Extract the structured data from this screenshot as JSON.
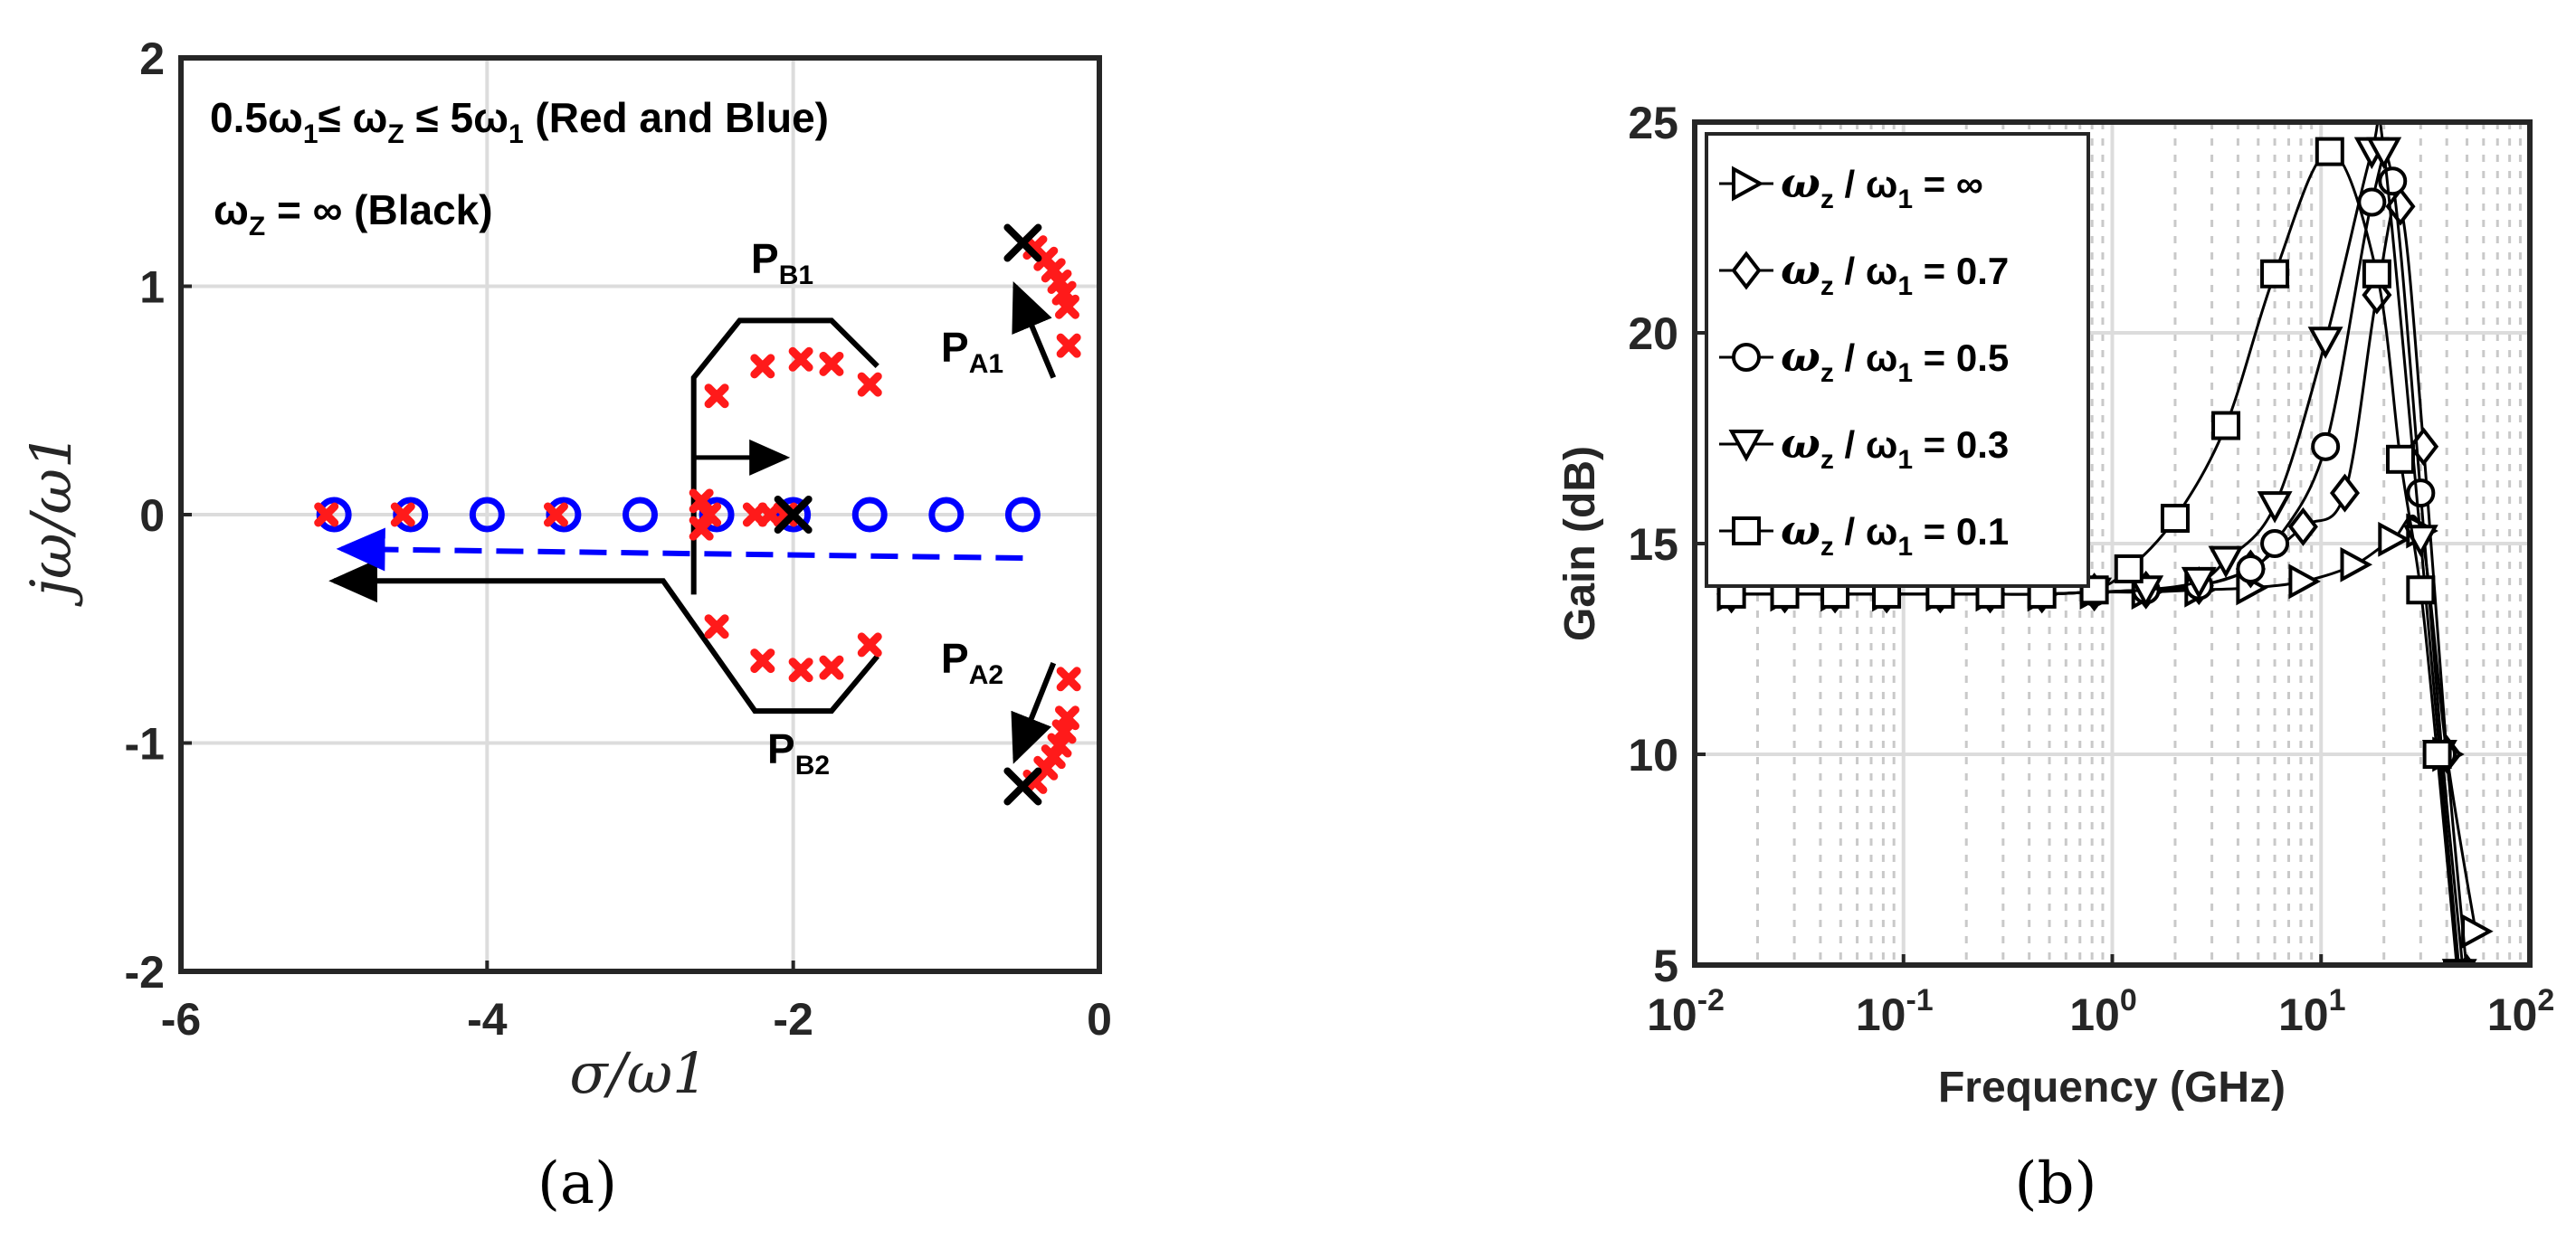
{
  "chart_data": [
    {
      "panel": "a",
      "type": "scatter",
      "xlabel": "σ/ω1",
      "ylabel": "jω/ω1",
      "xlim": [
        -6,
        0
      ],
      "ylim": [
        -2,
        2
      ],
      "xticks": [
        "-6",
        "-4",
        "-2",
        "0"
      ],
      "yticks": [
        "2",
        "1",
        "0",
        "-1",
        "-2"
      ],
      "grid": true,
      "annotations": {
        "line1_a": "0.5ω",
        "line1_sub1": "1",
        "line1_b": "≤ ω",
        "line1_sub2": "Z",
        "line1_c": " ≤ 5ω",
        "line1_sub3": "1",
        "line1_d": " (Red and Blue)",
        "line2_a": "ω",
        "line2_sub": "Z",
        "line2_b": " = ∞ (Black)",
        "pb1": "P",
        "pb1_sub": "B1",
        "pb2": "P",
        "pb2_sub": "B2",
        "pa1": "P",
        "pa1_sub": "A1",
        "pa2": "P",
        "pa2_sub": "A2"
      },
      "series": [
        {
          "color": "#ff1a1a",
          "marker": "x",
          "points": [
            [
              -5.05,
              0
            ],
            [
              -4.55,
              0
            ],
            [
              -3.55,
              0
            ],
            [
              -2.6,
              0.06
            ],
            [
              -2.55,
              0
            ],
            [
              -2.6,
              -0.06
            ],
            [
              -2.25,
              0
            ],
            [
              -2.15,
              0
            ],
            [
              -2.05,
              0
            ],
            [
              -2.5,
              0.52
            ],
            [
              -2.2,
              0.65
            ],
            [
              -1.95,
              0.68
            ],
            [
              -1.75,
              0.66
            ],
            [
              -1.5,
              0.57
            ],
            [
              -2.5,
              -0.49
            ],
            [
              -2.2,
              -0.64
            ],
            [
              -1.95,
              -0.68
            ],
            [
              -1.75,
              -0.67
            ],
            [
              -1.5,
              -0.57
            ],
            [
              -0.42,
              1.17
            ],
            [
              -0.35,
              1.12
            ],
            [
              -0.3,
              1.07
            ],
            [
              -0.26,
              1.02
            ],
            [
              -0.23,
              0.97
            ],
            [
              -0.21,
              0.91
            ],
            [
              -0.2,
              0.74
            ],
            [
              -0.42,
              -1.17
            ],
            [
              -0.35,
              -1.11
            ],
            [
              -0.3,
              -1.06
            ],
            [
              -0.26,
              -1.01
            ],
            [
              -0.23,
              -0.95
            ],
            [
              -0.21,
              -0.89
            ],
            [
              -0.2,
              -0.72
            ]
          ]
        },
        {
          "color": "#0000ff",
          "marker": "o",
          "points": [
            [
              -5.0,
              0
            ],
            [
              -4.5,
              0
            ],
            [
              -4.0,
              0
            ],
            [
              -3.5,
              0
            ],
            [
              -3.0,
              0
            ],
            [
              -2.5,
              0
            ],
            [
              -2.0,
              0
            ],
            [
              -1.5,
              0
            ],
            [
              -1.0,
              0
            ],
            [
              -0.5,
              0
            ]
          ]
        },
        {
          "color": "#000000",
          "marker": "x",
          "points": [
            [
              -0.5,
              1.19
            ],
            [
              -0.5,
              -1.19
            ],
            [
              -2.0,
              0
            ]
          ]
        }
      ],
      "paths": {
        "pb1": [
          [
            -2.65,
            -0.35
          ],
          [
            -2.65,
            0.6
          ],
          [
            -2.35,
            0.85
          ],
          [
            -1.75,
            0.85
          ],
          [
            -1.45,
            0.65
          ]
        ],
        "pb1_arrow": [
          [
            -2.65,
            0.25
          ],
          [
            -2.05,
            0.25
          ]
        ],
        "pb2": [
          [
            -1.45,
            -0.62
          ],
          [
            -1.75,
            -0.86
          ],
          [
            -2.25,
            -0.86
          ],
          [
            -2.85,
            -0.29
          ],
          [
            -5.0,
            -0.29
          ]
        ],
        "pa1": [
          [
            -0.3,
            0.6
          ],
          [
            -0.55,
            1.0
          ]
        ],
        "pa2": [
          [
            -0.3,
            -0.65
          ],
          [
            -0.55,
            -1.07
          ]
        ],
        "blue_dashed": [
          [
            -0.5,
            -0.19
          ],
          [
            -4.95,
            -0.15
          ]
        ]
      }
    },
    {
      "panel": "b",
      "type": "line",
      "xlabel": "Frequency (GHz)",
      "ylabel": "Gain (dB)",
      "xscale": "log",
      "xlim": [
        0.01,
        100
      ],
      "ylim": [
        5,
        25
      ],
      "xticks": [
        {
          "base": "10",
          "exp": "-2"
        },
        {
          "base": "10",
          "exp": "-1"
        },
        {
          "base": "10",
          "exp": "0"
        },
        {
          "base": "10",
          "exp": "1"
        },
        {
          "base": "10",
          "exp": "2"
        }
      ],
      "yticks": [
        "25",
        "20",
        "15",
        "10",
        "5"
      ],
      "grid": true,
      "legend_position": "top-left",
      "series": [
        {
          "label_a": "ω",
          "label_sub": "z",
          "label_b": " / ω",
          "label_sub2": "1",
          "label_c": " = ∞",
          "marker": "triangle-right",
          "x": [
            0.015,
            0.027,
            0.047,
            0.083,
            0.15,
            0.26,
            0.46,
            0.82,
            1.45,
            2.6,
            4.6,
            8.2,
            14.5,
            22,
            30,
            40,
            55
          ],
          "y": [
            13.8,
            13.8,
            13.8,
            13.8,
            13.8,
            13.8,
            13.8,
            13.85,
            13.85,
            13.9,
            13.95,
            14.1,
            14.5,
            15.1,
            15.3,
            10.0,
            5.8
          ]
        },
        {
          "label_a": "ω",
          "label_sub": "z",
          "label_b": " / ω",
          "label_sub2": "1",
          "label_c": " = 0.7",
          "marker": "diamond",
          "x": [
            0.015,
            0.027,
            0.047,
            0.083,
            0.15,
            0.26,
            0.46,
            0.82,
            1.45,
            2.6,
            4.6,
            8.2,
            13,
            18.5,
            24,
            31,
            40,
            50
          ],
          "y": [
            13.8,
            13.8,
            13.8,
            13.8,
            13.8,
            13.8,
            13.8,
            13.85,
            13.9,
            14.0,
            14.4,
            15.4,
            16.2,
            20.9,
            23.0,
            17.3,
            10.0,
            4.8
          ]
        },
        {
          "label_a": "ω",
          "label_sub": "z",
          "label_b": " / ω",
          "label_sub2": "1",
          "label_c": " = 0.5",
          "marker": "circle",
          "x": [
            0.015,
            0.027,
            0.047,
            0.083,
            0.15,
            0.26,
            0.46,
            0.82,
            1.45,
            2.6,
            4.6,
            6.0,
            10.5,
            17.5,
            22,
            30,
            38,
            48
          ],
          "y": [
            13.8,
            13.8,
            13.8,
            13.8,
            13.8,
            13.8,
            13.8,
            13.85,
            13.9,
            14.0,
            14.4,
            15.0,
            17.3,
            23.1,
            23.6,
            16.2,
            10.0,
            4.8
          ]
        },
        {
          "label_a": "ω",
          "label_sub": "z",
          "label_b": " / ω",
          "label_sub2": "1",
          "label_c": " = 0.3",
          "marker": "triangle-down",
          "x": [
            0.015,
            0.027,
            0.047,
            0.083,
            0.15,
            0.26,
            0.46,
            0.82,
            1.45,
            2.6,
            3.5,
            6.0,
            10.5,
            17.5,
            20,
            30,
            37,
            46
          ],
          "y": [
            13.8,
            13.8,
            13.8,
            13.8,
            13.8,
            13.8,
            13.8,
            13.85,
            13.9,
            14.1,
            14.6,
            15.9,
            19.8,
            24.3,
            24.3,
            15.1,
            10.0,
            4.8
          ]
        },
        {
          "label_a": "ω",
          "label_sub": "z",
          "label_b": " / ω",
          "label_sub2": "1",
          "label_c": " = 0.1",
          "marker": "square",
          "x": [
            0.015,
            0.027,
            0.047,
            0.083,
            0.15,
            0.26,
            0.46,
            0.82,
            1.2,
            2.0,
            3.5,
            6.0,
            11.0,
            18.5,
            24,
            30,
            36,
            45
          ],
          "y": [
            13.8,
            13.8,
            13.8,
            13.8,
            13.8,
            13.8,
            13.8,
            13.9,
            14.4,
            15.6,
            17.8,
            21.4,
            24.3,
            21.4,
            17.0,
            13.9,
            10.0,
            4.8
          ]
        }
      ]
    }
  ],
  "captions": {
    "a": "(a)",
    "b": "(b)"
  }
}
